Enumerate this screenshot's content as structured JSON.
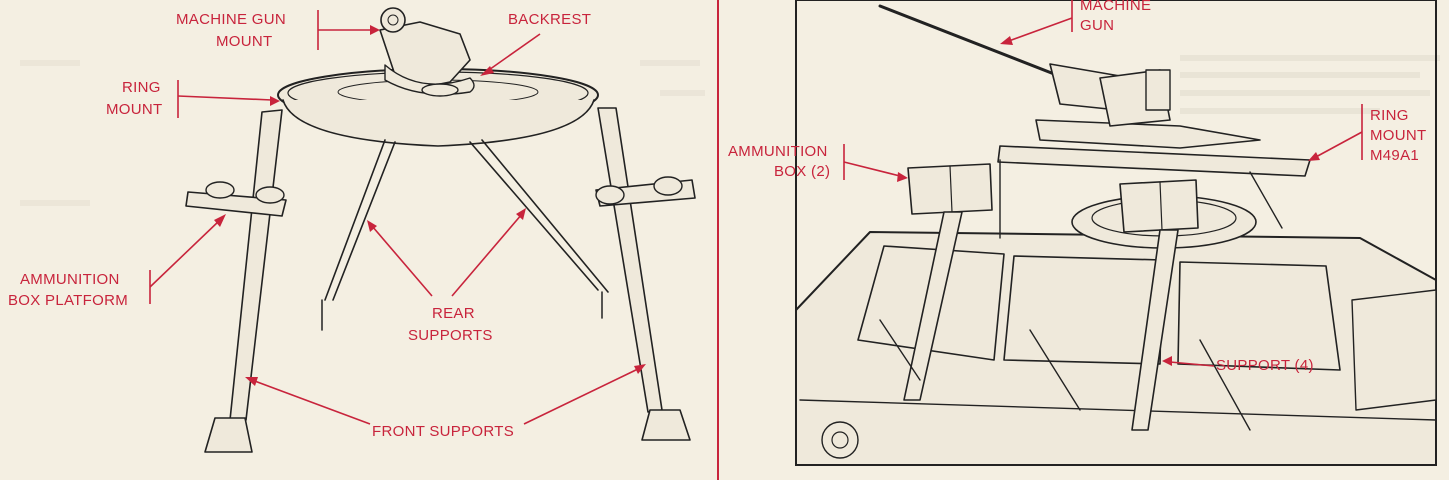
{
  "colors": {
    "paper": "#f4efe2",
    "label_red": "#c8243c",
    "ink": "#222222"
  },
  "left_panel": {
    "labels": {
      "machine_gun_mount_1": "MACHINE GUN",
      "machine_gun_mount_2": "MOUNT",
      "backrest": "BACKREST",
      "ring_mount_1": "RING",
      "ring_mount_2": "MOUNT",
      "ammo_platform_1": "AMMUNITION",
      "ammo_platform_2": "BOX PLATFORM",
      "rear_supports_1": "REAR",
      "rear_supports_2": "SUPPORTS",
      "front_supports": "FRONT SUPPORTS"
    }
  },
  "right_panel": {
    "labels": {
      "machine_gun_1": "MACHINE",
      "machine_gun_2": "GUN",
      "ring_mount_1": "RING",
      "ring_mount_2": "MOUNT",
      "ring_mount_3": "M49A1",
      "ammo_box_1": "AMMUNITION",
      "ammo_box_2": "BOX (2)",
      "support": "SUPPORT (4)"
    }
  }
}
